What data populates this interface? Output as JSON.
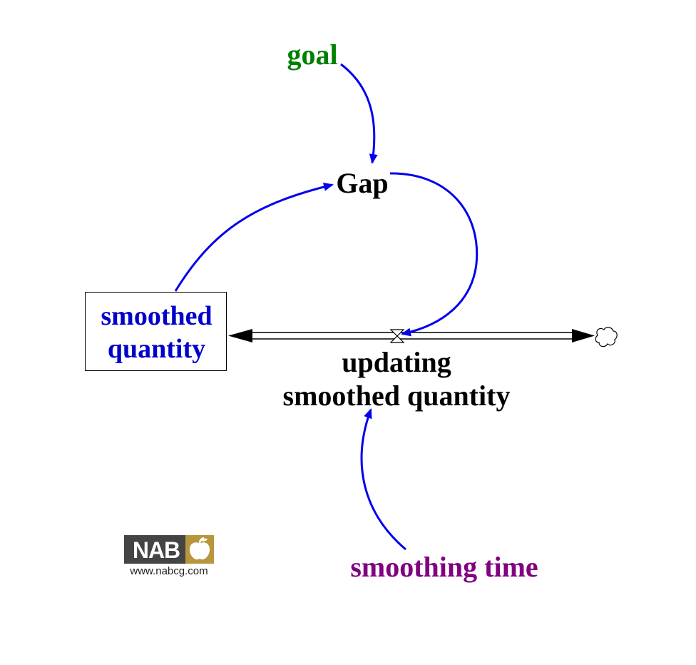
{
  "colors": {
    "link_arrow": "#0000ee",
    "goal": "#008000",
    "stock_text": "#0000cc",
    "smoothing_time": "#800080",
    "auxiliary": "#000000",
    "flow_pipe": "#000000",
    "logo_dark": "#444444",
    "logo_gold": "#b8963e"
  },
  "variables": {
    "goal": "goal",
    "gap": "Gap",
    "stock_line1": "smoothed",
    "stock_line2": "quantity",
    "flow_line1": "updating",
    "flow_line2": "smoothed quantity",
    "smoothing_time": "smoothing time"
  },
  "icons": {
    "valve": "valve-icon",
    "cloud": "cloud-icon",
    "logo_apple": "apple-icon"
  },
  "logo": {
    "brand": "NAB",
    "url": "www.nabcg.com"
  }
}
